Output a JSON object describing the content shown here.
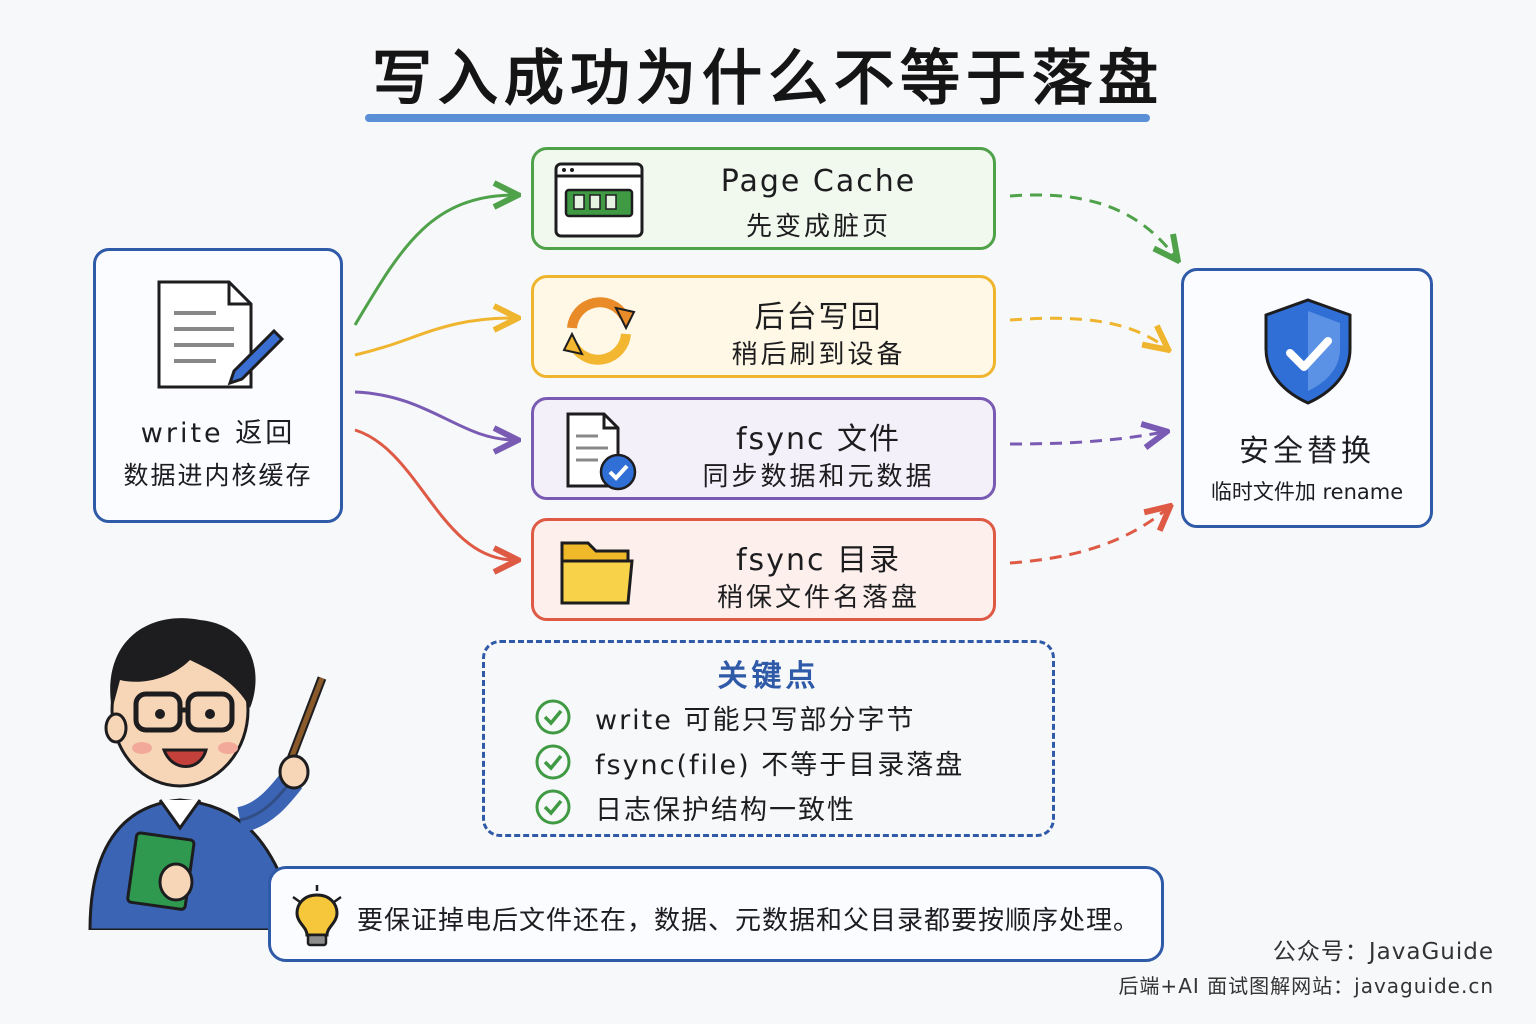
{
  "title": "写入成功为什么不等于落盘",
  "write_card": {
    "line1": "write 返回",
    "line2": "数据进内核缓存"
  },
  "steps": [
    {
      "line1": "Page Cache",
      "line2": "先变成脏页",
      "color": "#4fa24a",
      "icon": "ram-chip-icon"
    },
    {
      "line1": "后台写回",
      "line2": "稍后刷到设备",
      "color": "#efb52f",
      "icon": "sync-arrows-icon"
    },
    {
      "line1": "fsync 文件",
      "line2": "同步数据和元数据",
      "color": "#7a5bb4",
      "icon": "document-check-icon"
    },
    {
      "line1": "fsync 目录",
      "line2": "稍保文件名落盘",
      "color": "#de5a45",
      "icon": "folder-icon"
    }
  ],
  "safe_card": {
    "line1": "安全替换",
    "line2": "临时文件加 rename"
  },
  "key_points": {
    "title": "关键点",
    "items": [
      "write 可能只写部分字节",
      "fsync(file) 不等于目录落盘",
      "日志保护结构一致性"
    ]
  },
  "tip": "要保证掉电后文件还在，数据、元数据和父目录都要按顺序处理。",
  "footer": {
    "account": "公众号：JavaGuide",
    "site": "后端+AI 面试图解网站：javaguide.cn"
  }
}
